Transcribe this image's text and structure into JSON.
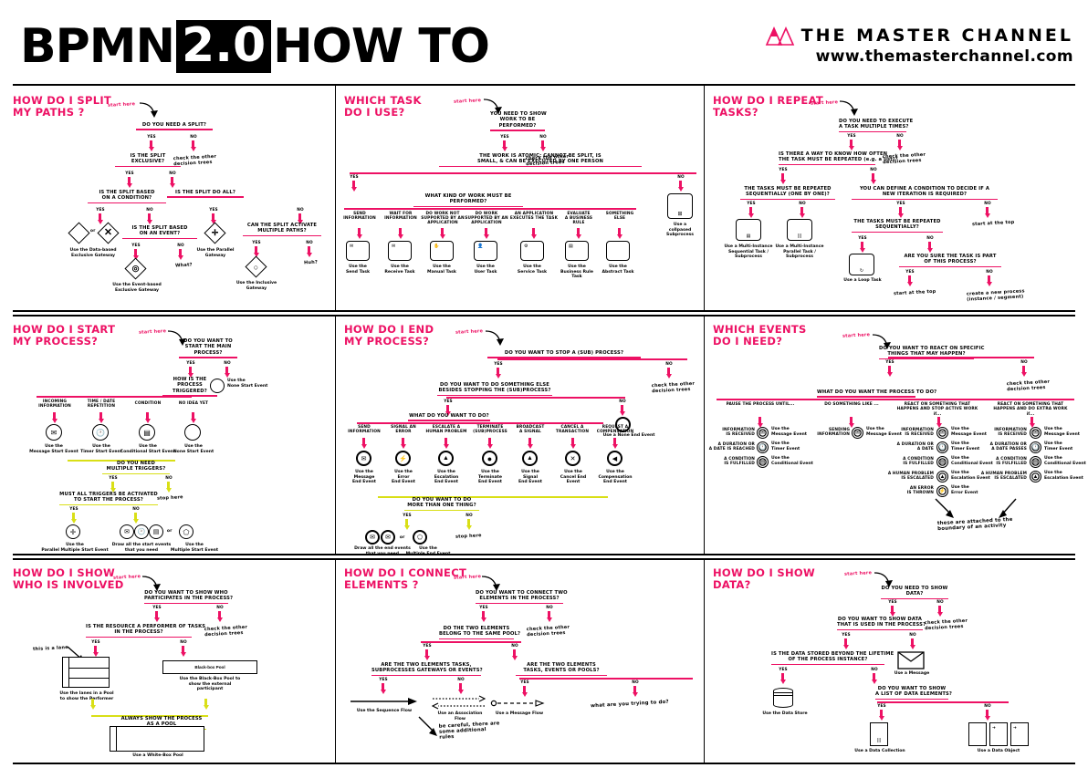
{
  "header": {
    "title_part1": "BPMN",
    "title_boxed": "2.0",
    "title_part2": "HOW TO",
    "brand_name": "THE MASTER CHANNEL",
    "brand_url": "www.themasterchannel.com",
    "logo_icon": "mountain-logo-icon"
  },
  "common": {
    "yes": "YES",
    "no": "NO",
    "start_here": "start here",
    "check_other": "check the other\ndecision trees",
    "stop_here": "stop here",
    "or": "or"
  },
  "panels": [
    {
      "id": "split-paths",
      "title": "HOW DO I SPLIT\nMY PATHS ?",
      "questions": [
        "DO YOU NEED A SPLIT?",
        "IS THE SPLIT\nEXCLUSIVE?",
        "IS THE SPLIT BASED\nON A CONDITION?",
        "IS THE SPLIT DO ALL?",
        "IS THE SPLIT BASED\nON AN EVENT?",
        "CAN THE SPLIT ACTIVATE\nMULTIPLE PATHS?"
      ],
      "outcomes": [
        "Use the Data-based\nExclusive Gateway",
        "Use the Event-based\nExclusive Gateway",
        "Use the Parallel\nGateway",
        "Use the Inclusive\nGateway"
      ],
      "notes": [
        "check the other\ndecision trees",
        "What?",
        "Huh?"
      ]
    },
    {
      "id": "which-task",
      "title": "WHICH TASK\nDO I USE?",
      "questions": [
        "YOU NEED TO SHOW\nWORK TO BE\nPERFORMED?",
        "THE WORK IS ATOMIC: CANNOT BE SPLIT, IS\nSMALL, & CAN BE EXECUTED BY ONE PERSON",
        "WHAT KIND OF WORK MUST BE\nPERFORMED?"
      ],
      "branch_labels": [
        "SEND\nINFORMATION",
        "WAIT FOR\nINFORMATION",
        "DO WORK NOT\nSUPPORTED BY AN\nAPPLICATION",
        "DO WORK\nSUPPORTED BY AN\nAPPLICATION",
        "AN APPLICATION\nEXECUTES THE TASK",
        "EVALUATE\nA BUSINESS\nRULE",
        "SOMETHING\nELSE"
      ],
      "outcomes": [
        "Use the\nSend Task",
        "Use the\nReceive Task",
        "Use the\nManual Task",
        "Use the\nUser Task",
        "Use the\nService Task",
        "Use the\nBusiness Rule\nTask",
        "Use the\nAbstract Task",
        "Use a\ncollpased\nSubprocess"
      ],
      "notes": [
        "check the other\ndecision trees"
      ]
    },
    {
      "id": "repeat-tasks",
      "title": "HOW DO I REPEAT\nTASKS?",
      "questions": [
        "DO YOU NEED TO EXECUTE\nA TASK MULTIPLE TIMES?",
        "IS THERE A WAY TO KNOW HOW OFTEN\nTHE TASK MUST BE REPEATED (e.g. a list)?",
        "THE TASKS MUST BE REPEATED\nSEQUENTIALLY (ONE BY ONE)?",
        "YOU CAN DEFINE A CONDITION TO DECIDE IF A\nNEW ITERATION IS REQUIRED?",
        "THE TASKS MUST BE REPEATED\nSEQUENTIALLY?",
        "ARE YOU SURE THE TASK IS PART\nOF THIS PROCESS?"
      ],
      "outcomes": [
        "Use a Multi-Instance\nSequential Task /\nSubprocess",
        "Use a Multi-Instance\nParallel Task /\nSubprocess",
        "Use a Loop Task"
      ],
      "notes": [
        "check the other\ndecision trees",
        "start at the top",
        "start at the top",
        "start at the top",
        "create a new process\n(instance / segment)"
      ]
    },
    {
      "id": "start-process",
      "title": "HOW DO I START\nMY PROCESS?",
      "questions": [
        "DO YOU WANT TO\nSTART THE MAIN\nPROCESS?",
        "HOW IS THE\nPROCESS\nTRIGGERED?",
        "DO YOU NEED\nMULTIPLE TRIGGERS?",
        "MUST ALL TRIGGERS BE ACTIVATED\nTO START THE PROCESS?"
      ],
      "branch_labels": [
        "INCOMING\nINFORMATION",
        "TIME / DATE\nREPETITION",
        "CONDITION",
        "NO IDEA YET"
      ],
      "outcomes": [
        "Use the\nNone Start Event",
        "Use the\nMessage Start Event",
        "Use the\nTimer Start Event",
        "Use the\nConditional Start Event",
        "Use the\nNone Start Event",
        "Use the\nParallel Multiple Start Event",
        "Draw all the start events\nthat you need",
        "Use the\nMultiple Start Event"
      ],
      "notes": [
        "start here",
        "stop here",
        "or"
      ]
    },
    {
      "id": "end-process",
      "title": "HOW DO I END\nMY PROCESS?",
      "questions": [
        "DO YOU WANT TO STOP A (SUB) PROCESS?",
        "DO YOU WANT TO DO SOMETHING ELSE\nBESIDES STOPPING THE (SUB)PROCESS?",
        "WHAT DO YOU WANT TO DO?",
        "DO YOU WANT TO DO\nMORE THAN ONE THING?"
      ],
      "branch_labels": [
        "SEND\nINFORMATION",
        "SIGNAL AN\nERROR",
        "ESCALATE A\nHUMAN PROBLEM",
        "TERMINATE\n(SUB)PROCESS",
        "BROADCAST\nA SIGNAL",
        "CANCEL A\nTRANSACTION",
        "REQUEST A\nCOMPENSATION"
      ],
      "outcomes": [
        "Use the\nMessage\nEnd Event",
        "Use the\nError\nEnd Event",
        "Use the\nEscalation\nEnd Event",
        "Use the\nTerminate\nEnd Event",
        "Use the\nSignal\nEnd Event",
        "Use the\nCancel End\nEvent",
        "Use the\nCompensation\nEnd Event",
        "Use a None End Event",
        "Draw all the end events\nthat you need",
        "Use the\nMultiple End Event"
      ],
      "notes": [
        "check the other\ndecision trees",
        "stop here",
        "or"
      ]
    },
    {
      "id": "which-events",
      "title": "WHICH EVENTS\nDO I NEED?",
      "questions": [
        "DO YOU WANT TO REACT ON SPECIFIC\nTHINGS THAT MAY HAPPEN?",
        "WHAT DO YOU WANT THE PROCESS TO DO?"
      ],
      "branch_labels": [
        "PAUSE THE PROCESS UNTIL...",
        "DO SOMETHING LIKE ...",
        "REACT ON SOMETHING THAT\nHAPPENS AND STOP ACTIVE WORK\nif...",
        "REACT ON SOMETHING THAT\nHAPPENS AND DO EXTRA WORK\nif..."
      ],
      "columns": [
        {
          "conditions": [
            "INFORMATION\nIS RECEIVED",
            "A DURATION OR\nA DATE IS REACHED",
            "A CONDITION\nIS FULFILLED"
          ],
          "outcomes": [
            "Use the\nMessage Event",
            "Use the\nTimer Event",
            "Use the\nConditional Event"
          ]
        },
        {
          "conditions": [
            "SENDING\nINFORMATION"
          ],
          "outcomes": [
            "Use the\nMessage Event"
          ]
        },
        {
          "conditions": [
            "INFORMATION\nIS RECEIVED",
            "A DURATION OR\nA DATE",
            "A CONDITION\nIS FULFILLED",
            "A HUMAN PROBLEM\nIS ESCALATED",
            "AN ERROR\nIS THROWN"
          ],
          "outcomes": [
            "Use the\nMessage Event",
            "Use the\nTimer Event",
            "Use the\nConditional Event",
            "Use the\nEscalation Event",
            "Use the\nError Event"
          ]
        },
        {
          "conditions": [
            "INFORMATION\nIS RECEIVED",
            "A DURATION OR\nA DATE PASSES",
            "A CONDITION\nIS FULFILLED",
            "A HUMAN PROBLEM\nIS ESCALATED"
          ],
          "outcomes": [
            "Use the\nMessage Event",
            "Use the\nTimer Event",
            "Use the\nConditional Event",
            "Use the\nEscalation Event"
          ]
        }
      ],
      "notes": [
        "check the other\ndecision trees",
        "these are attached to the\nboundary of an activity"
      ]
    },
    {
      "id": "who-involved",
      "title": "HOW DO I SHOW\nWHO IS INVOLVED",
      "questions": [
        "DO YOU WANT TO SHOW WHO\nPARTICIPATES IN THE PROCESS?",
        "IS THE RESOURCE A PERFORMER OF TASKS\nIN THE PROCESS?",
        "ALWAYS SHOW THE PROCESS AS A POOL"
      ],
      "outcomes": [
        "Use the lanes in a Pool\nto show the Performer",
        "Use the Black-Box Pool to\nshow the external\nparticipant",
        "Use a White-Box Pool"
      ],
      "shape_labels": [
        "Black-box Pool"
      ],
      "notes": [
        "check the other\ndecision trees",
        "this is a lane"
      ]
    },
    {
      "id": "connect-elements",
      "title": "HOW DO I CONNECT\nELEMENTS ?",
      "questions": [
        "DO YOU WANT TO CONNECT TWO\nELEMENTS IN THE PROCESS?",
        "DO THE TWO ELEMENTS\nBELONG TO THE SAME POOL?",
        "ARE THE TWO ELEMENTS TASKS,\nSUBPROCESSES GATEWAYS OR EVENTS?",
        "ARE THE TWO ELEMENTS\nTASKS, EVENTS OR POOLS?"
      ],
      "outcomes": [
        "Use the Sequence Flow",
        "Use an Association\nFlow",
        "Use a Message Flow"
      ],
      "notes": [
        "check the other\ndecision trees",
        "be careful, there are\nsome additional\nrules",
        "what are you trying to do?"
      ]
    },
    {
      "id": "show-data",
      "title": "HOW DO I SHOW\nDATA?",
      "questions": [
        "DO YOU NEED TO SHOW\nDATA?",
        "DO YOU WANT TO SHOW DATA\nTHAT IS USED IN THE PROCESS?",
        "IS THE DATA STORED BEYOND THE LIFETIME\nOF THE PROCESS INSTANCE?",
        "DO YOU WANT TO SHOW\nA LIST OF DATA ELEMENTS?"
      ],
      "outcomes": [
        "Use a Message",
        "Use the Data Store",
        "Use a Data Collection",
        "Use a Data Object"
      ],
      "notes": [
        "check the other\ndecision trees"
      ]
    }
  ],
  "colors": {
    "accent_pink": "#ED1164",
    "accent_yellow": "#D9DF16",
    "black": "#000000",
    "white": "#FFFFFF"
  }
}
